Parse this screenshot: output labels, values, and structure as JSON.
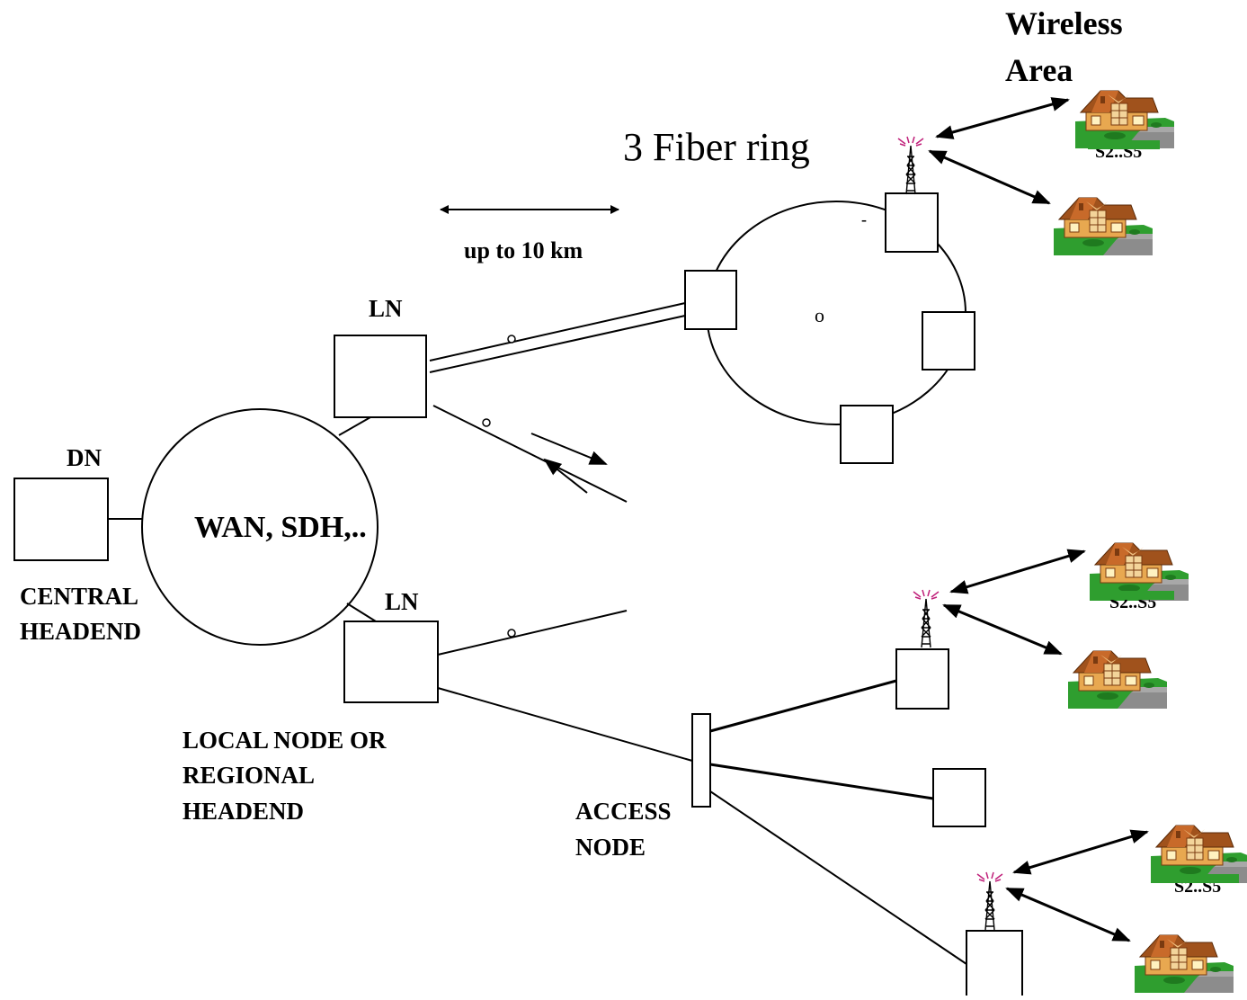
{
  "labels": {
    "wireless": "Wireless",
    "area": "Area",
    "fiber_ring": "3 Fiber ring",
    "distance": "up to 10 km",
    "ln_top": "LN",
    "ln_bottom": "LN",
    "dn": "DN",
    "wan": "WAN, SDH,..",
    "central": "CENTRAL",
    "headend": "HEADEND",
    "local_node_1": "LOCAL NODE OR",
    "local_node_2": "REGIONAL",
    "local_node_3": "HEADEND",
    "access_1": "ACCESS",
    "access_2": "NODE",
    "ring_mark": "o",
    "ring_dash": "-",
    "house_tag": "S2..S5"
  },
  "icons": [
    "antenna-icon",
    "house-icon"
  ],
  "colors": {
    "roof": "#a0521c",
    "wall": "#e8a850",
    "lawn": "#2f9e2f",
    "road": "#8c8c8c",
    "antenna_signal": "#c0207a"
  }
}
